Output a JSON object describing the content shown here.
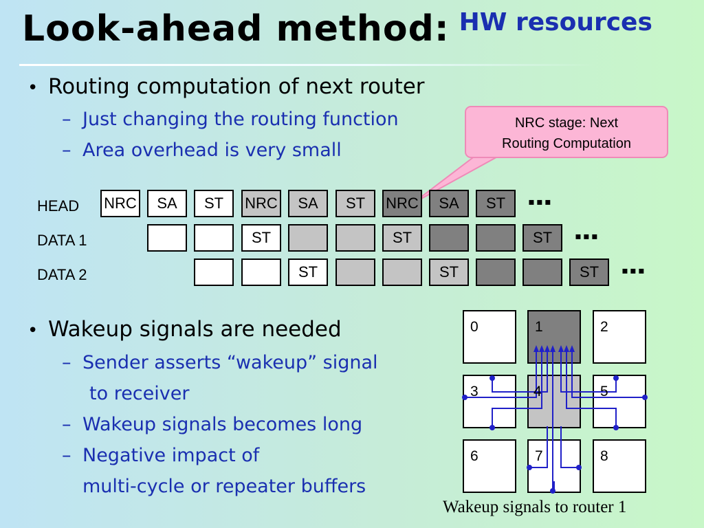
{
  "title": {
    "main": "Look-ahead method:",
    "sub": "HW resources"
  },
  "section1": {
    "bullet": "Routing computation of next router",
    "items": [
      "Just changing the routing function",
      "Area overhead is very small"
    ]
  },
  "callout": {
    "line1": "NRC stage:  Next",
    "line2": "Routing Computation"
  },
  "pipeline": {
    "rows": [
      {
        "label": "HEAD",
        "cells": [
          "NRC",
          "SA",
          "ST",
          "NRC",
          "SA",
          "ST",
          "NRC",
          "SA",
          "ST"
        ]
      },
      {
        "label": "DATA 1",
        "cells": [
          "",
          "",
          "ST",
          "",
          "",
          "ST",
          "",
          "",
          "ST"
        ]
      },
      {
        "label": "DATA 2",
        "cells": [
          "",
          "",
          "ST",
          "",
          "",
          "ST",
          "",
          "",
          "ST"
        ]
      }
    ],
    "ellipsis": "▪▪▪"
  },
  "section2": {
    "bullet": "Wakeup signals are needed",
    "items": [
      "Sender asserts “wakeup” signal",
      "to receiver",
      "Wakeup signals becomes long",
      "Negative impact of",
      "multi-cycle or repeater buffers"
    ]
  },
  "mesh": {
    "nodes": [
      "0",
      "1",
      "2",
      "3",
      "4",
      "5",
      "6",
      "7",
      "8"
    ],
    "caption": "Wakeup signals to router 1",
    "colors": {
      "target": "#808080",
      "path": "#c4c4c4",
      "signal": "#2020c8"
    }
  }
}
